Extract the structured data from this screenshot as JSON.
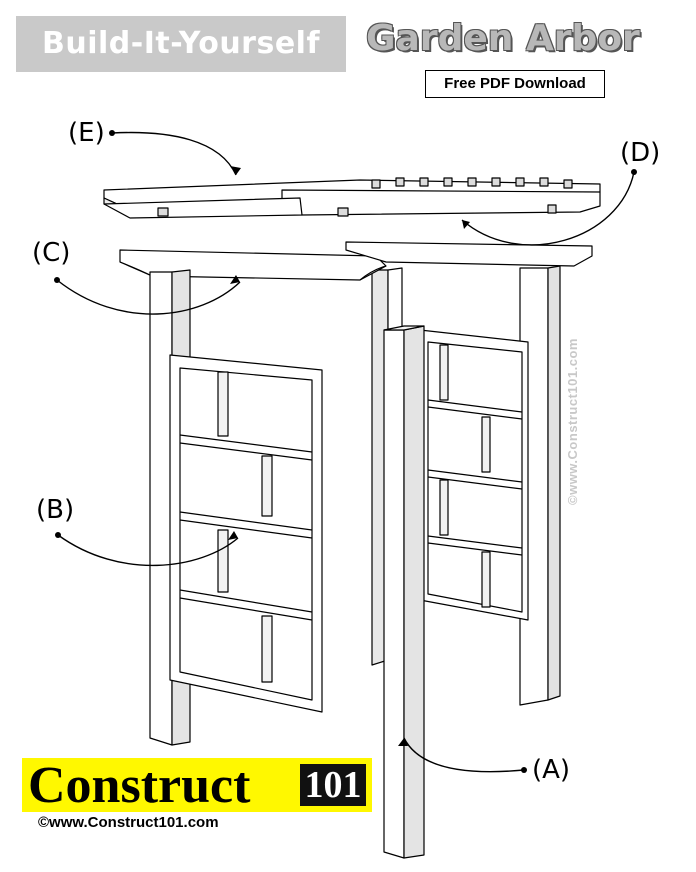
{
  "header": {
    "banner": "Build-It-Yourself",
    "title": "Garden Arbor",
    "pdf_button": "Free PDF Download"
  },
  "callouts": {
    "a": "(A)",
    "b": "(B)",
    "c": "(C)",
    "d": "(D)",
    "e": "(E)"
  },
  "watermark": "©www.Construct101.com",
  "footer": {
    "logo_word": "Construct",
    "logo_number": "101",
    "website": "©www.Construct101.com"
  },
  "colors": {
    "logo_background": "#fff800",
    "banner_background": "#c9c9c9",
    "title_gray": "#b8b8b8"
  }
}
